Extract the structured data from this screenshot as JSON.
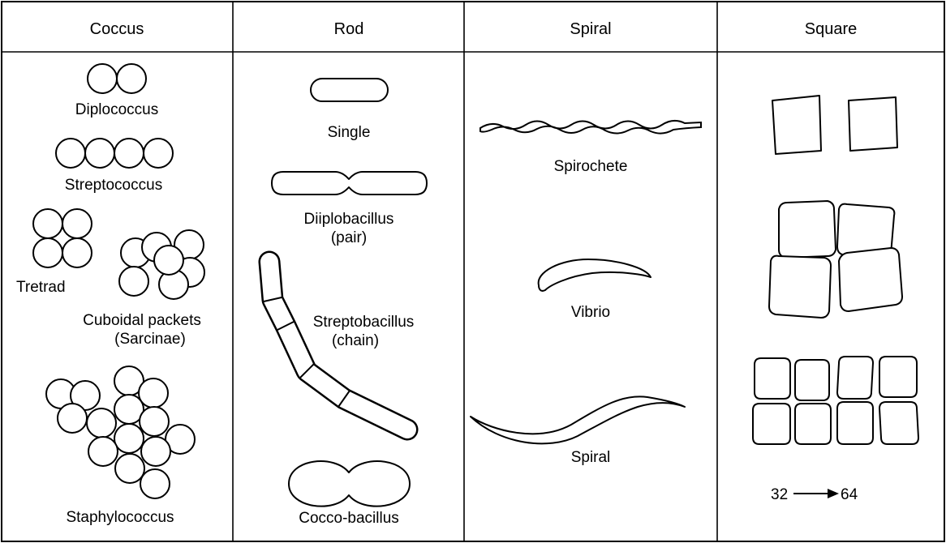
{
  "headers": {
    "coccus": "Coccus",
    "rod": "Rod",
    "spiral": "Spiral",
    "square": "Square"
  },
  "coccus": {
    "diplococcus": "Diplococcus",
    "streptococcus": "Streptococcus",
    "tetrad": "Tretrad",
    "cuboidal_line1": "Cuboidal packets",
    "cuboidal_line2": "(Sarcinae)",
    "staphylococcus": "Staphylococcus"
  },
  "rod": {
    "single": "Single",
    "diplo_line1": "Diiplobacillus",
    "diplo_line2": "(pair)",
    "strepto_line1": "Streptobacillus",
    "strepto_line2": "(chain)",
    "cocco": "Cocco-bacillus"
  },
  "spiral": {
    "spirochete": "Spirochete",
    "vibrio": "Vibrio",
    "spiral": "Spiral"
  },
  "square": {
    "count_from": "32",
    "count_to": "64"
  }
}
